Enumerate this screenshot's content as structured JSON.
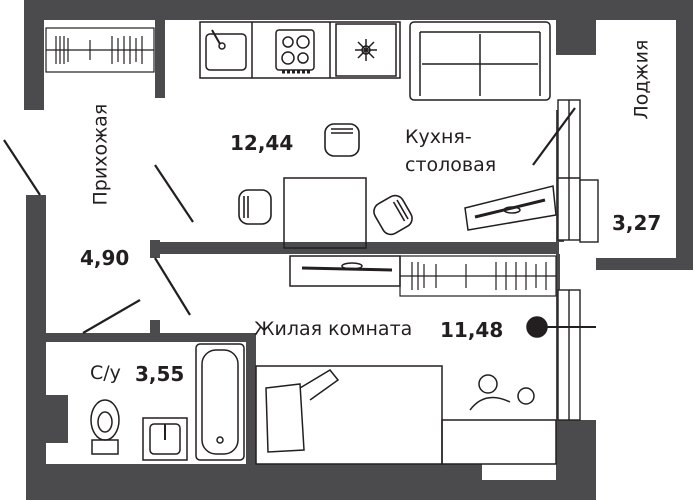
{
  "colors": {
    "wall": "#4b4b4d",
    "line": "#231f20",
    "floor": "#ffffff"
  },
  "rooms": [
    {
      "id": "kitchen",
      "name": "Кухня-\nстоловая",
      "area": "12,44"
    },
    {
      "id": "hall",
      "name": "Прихожая",
      "area": "4,90"
    },
    {
      "id": "loggia",
      "name": "Лоджия",
      "area": "3,27"
    },
    {
      "id": "living",
      "name": "Жилая комната",
      "area": "11,48"
    },
    {
      "id": "bathroom",
      "name": "С/у",
      "area": "3,55"
    }
  ],
  "icons": [
    "sink-icon",
    "stove-icon",
    "fridge-icon",
    "sofa-icon",
    "chair-icon",
    "table-icon",
    "tv-icon",
    "wardrobe-icon",
    "bed-icon",
    "toilet-icon",
    "washbasin-icon",
    "bathtub-icon",
    "desk-lamp-icon",
    "electric-panel-icon"
  ]
}
